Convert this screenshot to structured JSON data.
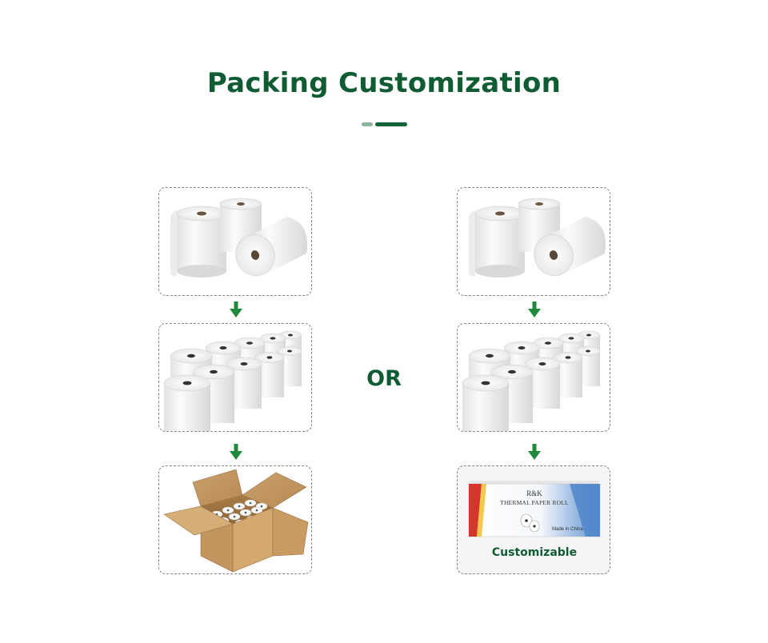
{
  "header": {
    "title": "Packing Customization"
  },
  "separator": {
    "text": "OR"
  },
  "columns": [
    {
      "steps": [
        {
          "image": "single-rolls"
        },
        {
          "image": "stacked-rolls"
        },
        {
          "image": "carton-box"
        }
      ]
    },
    {
      "steps": [
        {
          "image": "single-rolls"
        },
        {
          "image": "stacked-rolls"
        },
        {
          "image": "printed-box"
        }
      ]
    }
  ],
  "printed_box": {
    "brand": "R&K",
    "product": "THERMAL PAPER ROLL",
    "origin": "Made in China"
  },
  "caption": "Customizable",
  "colors": {
    "accent": "#0f5b32",
    "arrow": "#1f8a3b"
  },
  "icons": {
    "arrow": "arrow-down-icon"
  }
}
